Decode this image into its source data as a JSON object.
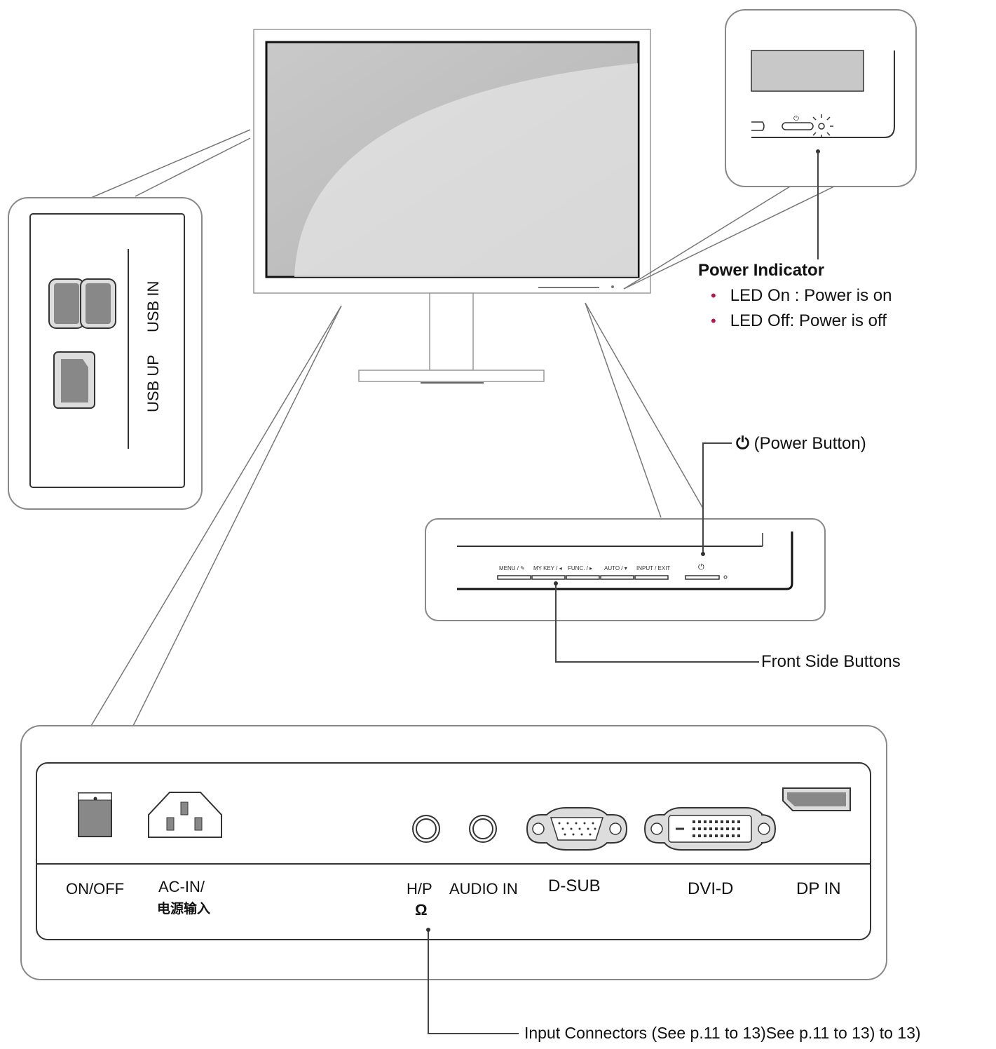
{
  "power_indicator": {
    "title": "Power Indicator",
    "items": [
      "LED On : Power is on",
      "LED Off: Power is off"
    ]
  },
  "power_button": {
    "label": "(Power Button)",
    "icon": "power-icon"
  },
  "front_buttons": {
    "label": "Front Side Buttons",
    "keys": [
      "MENU / ✎",
      "MY KEY / ◂",
      "FUNC. / ▸",
      "AUTO / ▾",
      "INPUT / EXIT"
    ]
  },
  "usb": {
    "usb_in": "USB IN",
    "usb_up": "USB UP"
  },
  "rear_ports": {
    "on_off": "ON/OFF",
    "ac_in": "AC-IN/",
    "ac_in_cn": "电源输入",
    "hp": "H/P",
    "headphone_icon": "headphone-icon",
    "audio_in": "AUDIO IN",
    "dsub": "D-SUB",
    "dvid": "DVI-D",
    "dp_in": "DP IN"
  },
  "input_connectors": {
    "label": "Input Connectors (See p.11 to 13)See p.11 to 13) to 13)"
  },
  "colors": {
    "line": "#555555",
    "panel_border": "#8a8a8a",
    "accent_bullet": "#b5174f"
  }
}
